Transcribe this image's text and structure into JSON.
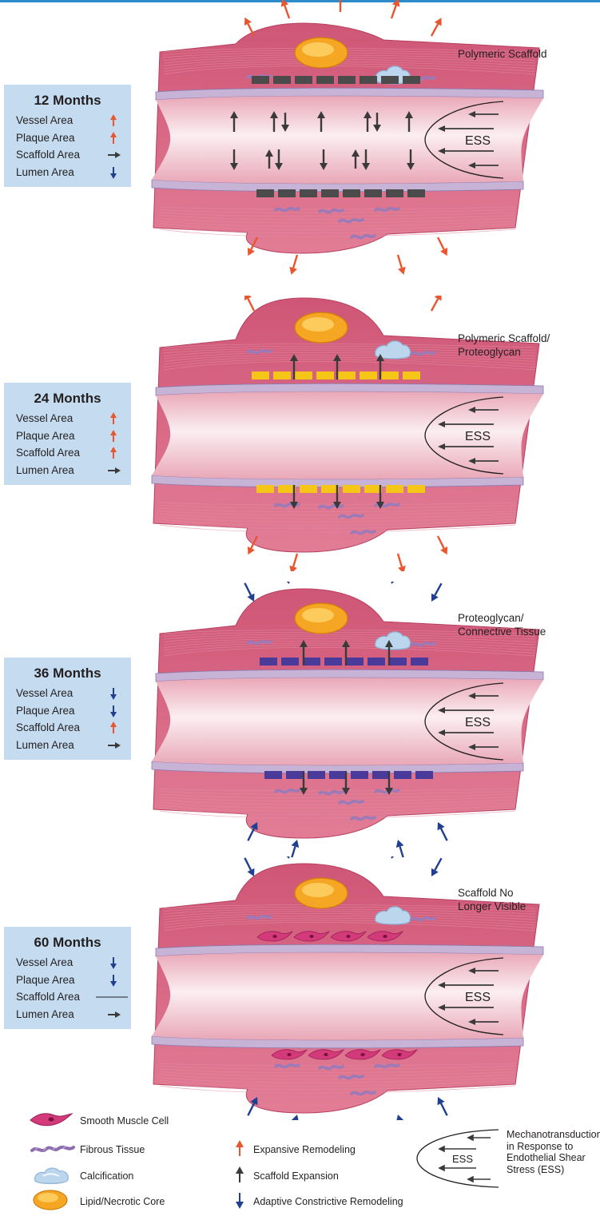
{
  "panels": [
    {
      "months": "12 Months",
      "scaffold_label": "Polymeric Scaffold",
      "scaffold_color": "#4b4b4b",
      "scaffold_state": "polymeric-struts",
      "rows": [
        {
          "label": "Vessel Area",
          "indicator": "up-orange"
        },
        {
          "label": "Plaque Area",
          "indicator": "up-orange"
        },
        {
          "label": "Scaffold Area",
          "indicator": "right-black"
        },
        {
          "label": "Lumen Area",
          "indicator": "down-blue"
        }
      ],
      "outer_arrows": "expansive-remodeling",
      "scaffold_arrows": "bidirectional-luminal",
      "ess": "ESS"
    },
    {
      "months": "24 Months",
      "scaffold_label": "Polymeric Scaffold/\nProteoglycan",
      "scaffold_color": "#f5c518",
      "scaffold_state": "proteoglycan-struts",
      "rows": [
        {
          "label": "Vessel Area",
          "indicator": "up-orange"
        },
        {
          "label": "Plaque Area",
          "indicator": "up-orange"
        },
        {
          "label": "Scaffold Area",
          "indicator": "up-orange"
        },
        {
          "label": "Lumen Area",
          "indicator": "right-black"
        }
      ],
      "outer_arrows": "expansive-remodeling",
      "scaffold_arrows": "scaffold-expansion",
      "ess": "ESS"
    },
    {
      "months": "36 Months",
      "scaffold_label": "Proteoglycan/\nConnective Tissue",
      "scaffold_color": "#4a3a9a",
      "scaffold_state": "connective-struts",
      "rows": [
        {
          "label": "Vessel Area",
          "indicator": "down-blue"
        },
        {
          "label": "Plaque Area",
          "indicator": "down-blue"
        },
        {
          "label": "Scaffold Area",
          "indicator": "up-orange"
        },
        {
          "label": "Lumen Area",
          "indicator": "right-black"
        }
      ],
      "outer_arrows": "adaptive-constrictive-remodeling",
      "scaffold_arrows": "scaffold-expansion",
      "ess": "ESS"
    },
    {
      "months": "60 Months",
      "scaffold_label": "Scaffold No\nLonger Visible",
      "scaffold_color": "#d23a7a",
      "scaffold_state": "smooth-muscle-cells",
      "rows": [
        {
          "label": "Vessel Area",
          "indicator": "down-blue"
        },
        {
          "label": "Plaque Area",
          "indicator": "down-blue"
        },
        {
          "label": "Scaffold Area",
          "indicator": "line"
        },
        {
          "label": "Lumen Area",
          "indicator": "right-black"
        }
      ],
      "outer_arrows": "adaptive-constrictive-remodeling",
      "scaffold_arrows": "none",
      "ess": "ESS"
    }
  ],
  "legend": {
    "smooth_muscle_cell": "Smooth Muscle Cell",
    "fibrous_tissue": "Fibrous Tissue",
    "calcification": "Calcification",
    "lipid_core": "Lipid/Necrotic Core",
    "expansive_remodeling": "Expansive Remodeling",
    "scaffold_expansion": "Scaffold Expansion",
    "adaptive_constrictive": "Adaptive Constrictive Remodeling",
    "mechanotransduction": "Mechanotransduction\nin Response to\nEndothelial Shear\nStress (ESS)",
    "ess": "ESS"
  },
  "colors": {
    "orange_arrow": "#e8562f",
    "blue_arrow": "#1f3f8f",
    "black_arrow": "#3a3a3a",
    "vessel_wall": "#d95f7f",
    "lumen": "#f6d3dc",
    "infobox": "#c5dcf0",
    "lipid": "#f5a623",
    "calcification": "#bcd6ee",
    "fibrous": "#9a7ab8"
  }
}
